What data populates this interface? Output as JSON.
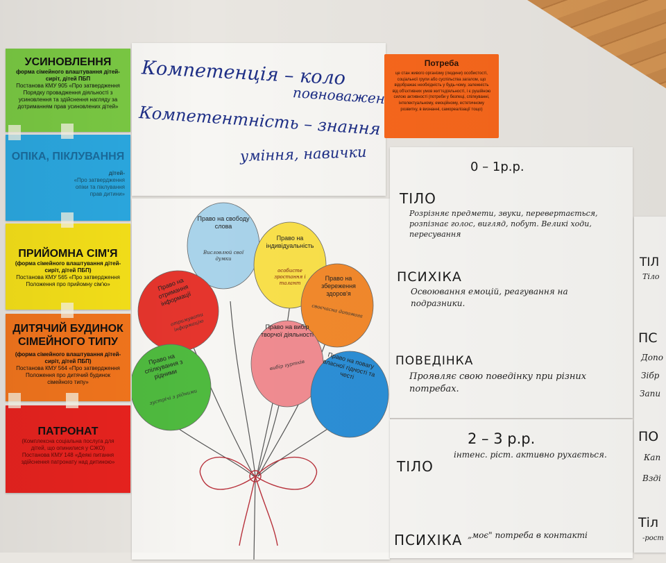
{
  "left_sheets": [
    {
      "title": "УСИНОВЛЕННЯ",
      "lines": [
        "форма сімейного влаштування дітей-",
        "сиріт, дітей ПБП",
        "Постанова КМУ 905 «Про затвердження",
        "Порядку провадження діяльності з",
        "усиновлення та здійснення нагляду за",
        "дотриманням прав усиновлених дітей»"
      ],
      "color": "#7ac943"
    },
    {
      "title": "ОПІКА, ПІКЛУВАННЯ",
      "lines": [
        "дітей-",
        "«Про затвердження",
        "опіки та піклування",
        "прав дитини»"
      ],
      "color": "#2ba8e0"
    },
    {
      "title": "ПРИЙОМНА СІМ'Я",
      "lines": [
        "(форма сімейного влаштування дітей-",
        "сиріт, дітей ПБП)",
        "Постанова КМУ 565 «Про затвердження",
        "Положення про прийомну сім'ю»"
      ],
      "color": "#f5e019"
    },
    {
      "title": "ДИТЯЧИЙ БУДИНОК СІМЕЙНОГО ТИПУ",
      "lines": [
        "(форма сімейного влаштування дітей-",
        "сиріт, дітей ПБП)",
        "Постанова КМУ 564 «Про затвердження",
        "Положення про дитячий будинок",
        "сімейного типу»"
      ],
      "color": "#f2751d"
    },
    {
      "title": "ПАТРОНАТ",
      "lines": [
        "(Комплексна соціальна послуга для",
        "дітей, що опинилися у СЖО)",
        "Постанова КМУ 148 «Деякі питання",
        "здійснення патронату над дитиною»"
      ],
      "color": "#e8231f"
    }
  ],
  "center_sheet": {
    "line1": "Компетенція – коло",
    "line2": "повноважень",
    "line3": "Компетентність – знання",
    "line4": "уміння, навички"
  },
  "orange_card": {
    "title": "Потреба",
    "body": "це стан живого організму (людини) особистості, соціальної групи або суспільства загалом, що відображає необхідність у будь-чому, залежність від об'єктивних умов життєдіяльності, і є рушійною силою активності (потреби у безпеці, спілкуванні, інтелектуальному, емоційному, естетичному розвитку, в визнанні, самореалізації тощо)"
  },
  "balloons": [
    {
      "label": "Право на свободу слова",
      "note": "Висловлюй свої думки",
      "color": "#a9d3ea"
    },
    {
      "label": "Право на індивідуальність",
      "note": "особисте зростання і талант",
      "color": "#f9e04b"
    },
    {
      "label": "Право на отримання інформації",
      "note": "отримувати інформацію",
      "color": "#e5352d"
    },
    {
      "label": "Право на збереження здоров'я",
      "note": "своєчасна допомога",
      "color": "#f2892c"
    },
    {
      "label": "Право на вибір творчої діяльності",
      "note": "вибір гуртків",
      "color": "#f08c91"
    },
    {
      "label": "Право на спілкування з рідними",
      "note": "зустрічі з рідними",
      "color": "#4fba3f"
    },
    {
      "label": "Право на повагу власної гідності та честі",
      "note": "",
      "color": "#2c8fd6"
    }
  ],
  "right_sheet": {
    "age1": "0 – 1р.р.",
    "tilo": "ТІЛО",
    "tilo_text": "Розрізняє предмети, звуки, перевертається, розпізнає голос, вигляд, побут. Великі ходи, пересування",
    "psykhika": "ПСИХІКА",
    "psykhika_text": "Освоювання емоцій, реагування на подразники.",
    "povedinka": "ПОВЕДІНКА",
    "povedinka_text": "Проявляє свою поведінку при різних потребах.",
    "age2": "2 – 3 р.р.",
    "tilo2": "ТІЛО",
    "tilo2_text": "інтенс. ріст. активно рухається.",
    "psykhika2": "ПСИХІКА",
    "psykhika2_text": "„моє\" потреба в контакті"
  },
  "far_right_fragments": [
    "ТІЛ",
    "Тіло",
    "ПС",
    "Допо",
    "Зібр",
    "Запи",
    "ПО",
    "Кап",
    "Взді",
    "Тіл",
    "-рост"
  ]
}
